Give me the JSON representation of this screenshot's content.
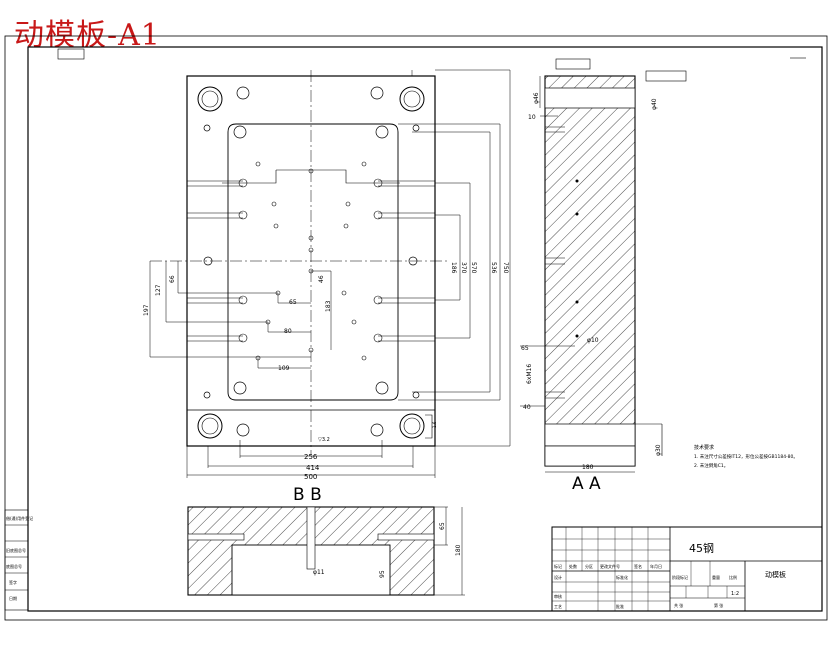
{
  "title": "动模板-A1",
  "views": {
    "section_bb": "B B",
    "section_aa": "A A"
  },
  "front_dims": {
    "d256": "256",
    "d414": "414",
    "d500": "500",
    "d46": "46",
    "d65": "65",
    "d80": "80",
    "d109": "109",
    "d183": "183",
    "d127": "127",
    "d197": "197",
    "d66": "66",
    "d186": "186",
    "d370": "370",
    "d570": "570",
    "d536": "536",
    "d750": "750"
  },
  "side_dims": {
    "phi46": "φ46",
    "phi40": "φ40",
    "d10": "10",
    "d65": "65",
    "phi10": "φ10",
    "m16": "6xM16",
    "d40": "40",
    "phi30": "φ30",
    "d180": "180"
  },
  "bottom_dims": {
    "phi11": "φ11",
    "d95": "95",
    "d65": "65",
    "d180": "180"
  },
  "title_block": {
    "material": "45钢",
    "part_name": "动模板",
    "scale": "1:2",
    "row_marks": [
      "标记",
      "处数",
      "分区",
      "更改文件号",
      "签名",
      "年月日"
    ],
    "row_design": [
      "设计",
      "标准化"
    ],
    "row_check": [
      "审核"
    ],
    "row_process": [
      "工艺",
      "批准"
    ],
    "stage_labels": [
      "阶段标记",
      "重量",
      "比例"
    ],
    "sheet_labels": [
      "共 张",
      "第 张"
    ]
  },
  "notes": {
    "heading": "技术要求",
    "items": [
      "1. 未注尺寸公差按IT12，形位公差按GB1184-80。",
      "2. 未注倒角C1。"
    ]
  },
  "side_tab": [
    "借(通)用件登记",
    "旧底图总号",
    "底图总号",
    "签字",
    "日期"
  ]
}
